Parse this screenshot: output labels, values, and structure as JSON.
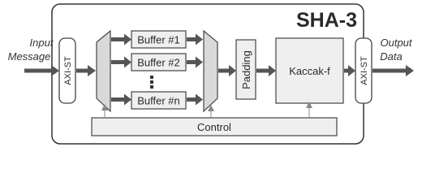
{
  "diagram": {
    "title": "SHA-3",
    "input_label": [
      "Input",
      "Message"
    ],
    "output_label": [
      "Output",
      "Data"
    ],
    "axi_in_label": "AXI-ST",
    "axi_out_label": "AXI-ST",
    "buffers": [
      "Buffer #1",
      "Buffer #2",
      "Buffer #n"
    ],
    "ellipsis": "•\n•\n•",
    "padding_label": "Padding",
    "core_label": "Kaccak-f",
    "control_label": "Control",
    "colors": {
      "block_fill": "#efefef",
      "mux_fill": "#d9d9d9",
      "stroke": "#555555",
      "arrow": "#555555",
      "thin_line": "#888888",
      "outer_fill": "#ffffff"
    }
  }
}
